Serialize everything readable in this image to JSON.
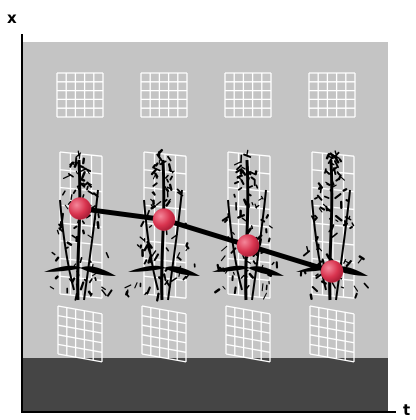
{
  "axes": {
    "y_label": "x",
    "x_label": "t"
  },
  "scene": {
    "background_color": "#c4c4c4",
    "floor_color": "#454545",
    "ball_color": "#d9344f",
    "trajectory_color": "#000000",
    "frames": [
      {
        "t": 1,
        "x": 0.55
      },
      {
        "t": 2,
        "x": 0.52
      },
      {
        "t": 3,
        "x": 0.45
      },
      {
        "t": 4,
        "x": 0.38
      }
    ]
  }
}
